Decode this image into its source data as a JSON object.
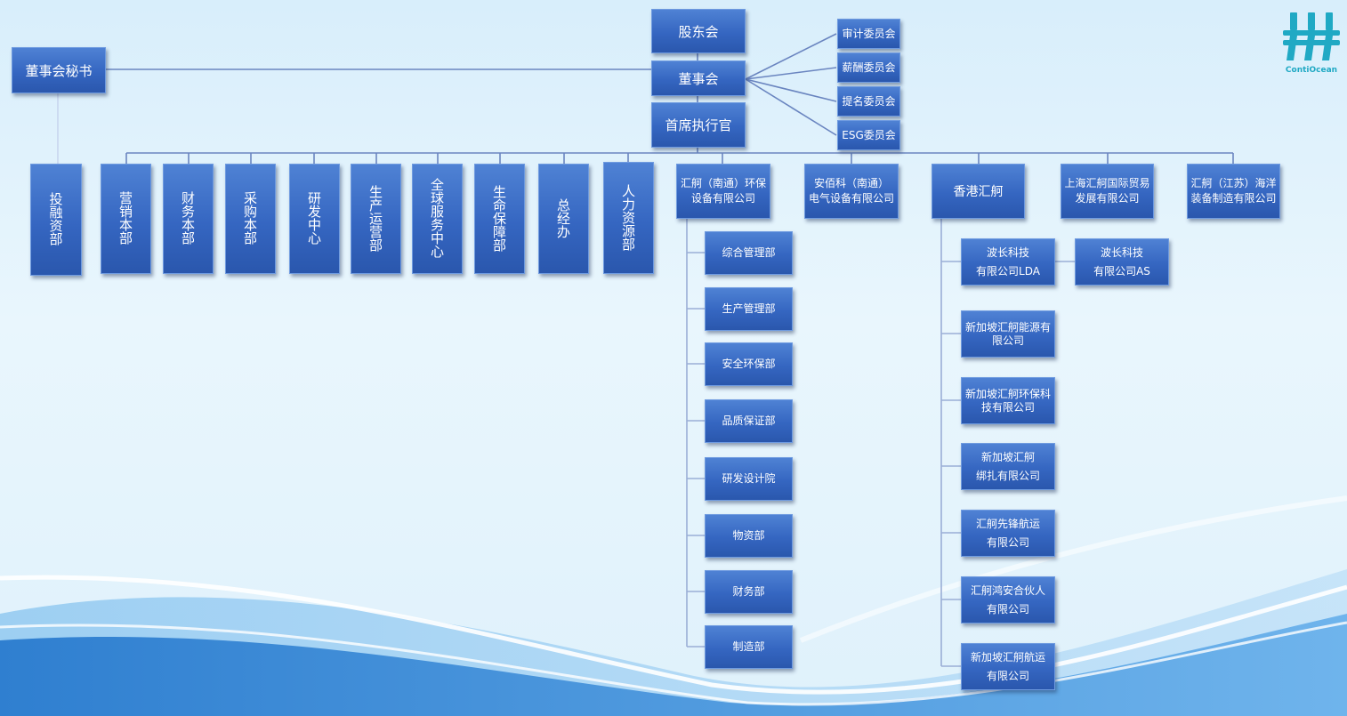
{
  "org": {
    "shareholders": "股东会",
    "board": "董事会",
    "secretary": "董事会秘书",
    "ceo": "首席执行官",
    "committees": [
      "审计委员会",
      "薪酬委员会",
      "提名委员会",
      "ESG委员会"
    ],
    "departments": [
      "投融资部",
      "营销本部",
      "财务本部",
      "采购本部",
      "研发中心",
      "生产运营部",
      "全球服务中心",
      "生命保障部",
      "总经办",
      "人力资源部"
    ],
    "subsidiaries": [
      "汇舸（南通）环保\n设备有限公司",
      "安佰科（南通）\n电气设备有限公司",
      "香港汇舸",
      "上海汇舸国际贸易\n发展有限公司",
      "汇舸（江苏）海洋\n装备制造有限公司"
    ],
    "nantong_units": [
      "综合管理部",
      "生产管理部",
      "安全环保部",
      "品质保证部",
      "研发设计院",
      "物资部",
      "财务部",
      "制造部"
    ],
    "hk_units": [
      "波长科技\n有限公司LDA",
      "新加坡汇舸能源有\n限公司",
      "新加坡汇舸环保科\n技有限公司",
      "新加坡汇舸\n绑扎有限公司",
      "汇舸先锋航运\n有限公司",
      "汇舸鸿安合伙人\n有限公司",
      "新加坡汇舸航运\n有限公司"
    ],
    "hk_extra": "波长科技\n有限公司AS"
  },
  "logo": {
    "text": "ContiOcean",
    "color": "#20a9c4"
  },
  "colors": {
    "box": "#3566c1",
    "line": "#6a85c0"
  }
}
